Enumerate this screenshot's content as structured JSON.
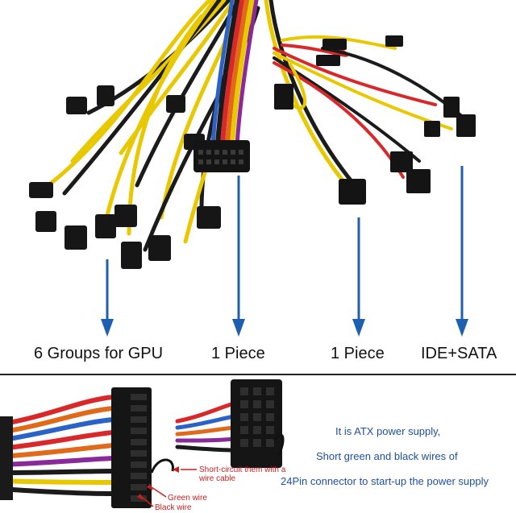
{
  "top": {
    "labels": {
      "gpu": "6 Groups for GPU",
      "piece_one": "1 Piece",
      "piece_two": "1 Piece",
      "ide_sata": "IDE+SATA"
    },
    "arrow_color": "#1f5fb0"
  },
  "bottom": {
    "notes": {
      "line1": "It is ATX power supply,",
      "line2": "Short green and black wires of",
      "line3": "24Pin connector to start-up the power supply"
    },
    "callouts": {
      "short_circuit_a": "Short-circuit them with a",
      "short_circuit_b": "wire cable",
      "green_wire": "Green wire",
      "black_wire": "Black wire"
    },
    "note_color": "#1f4f9e",
    "callout_color": "#c81e1e"
  }
}
